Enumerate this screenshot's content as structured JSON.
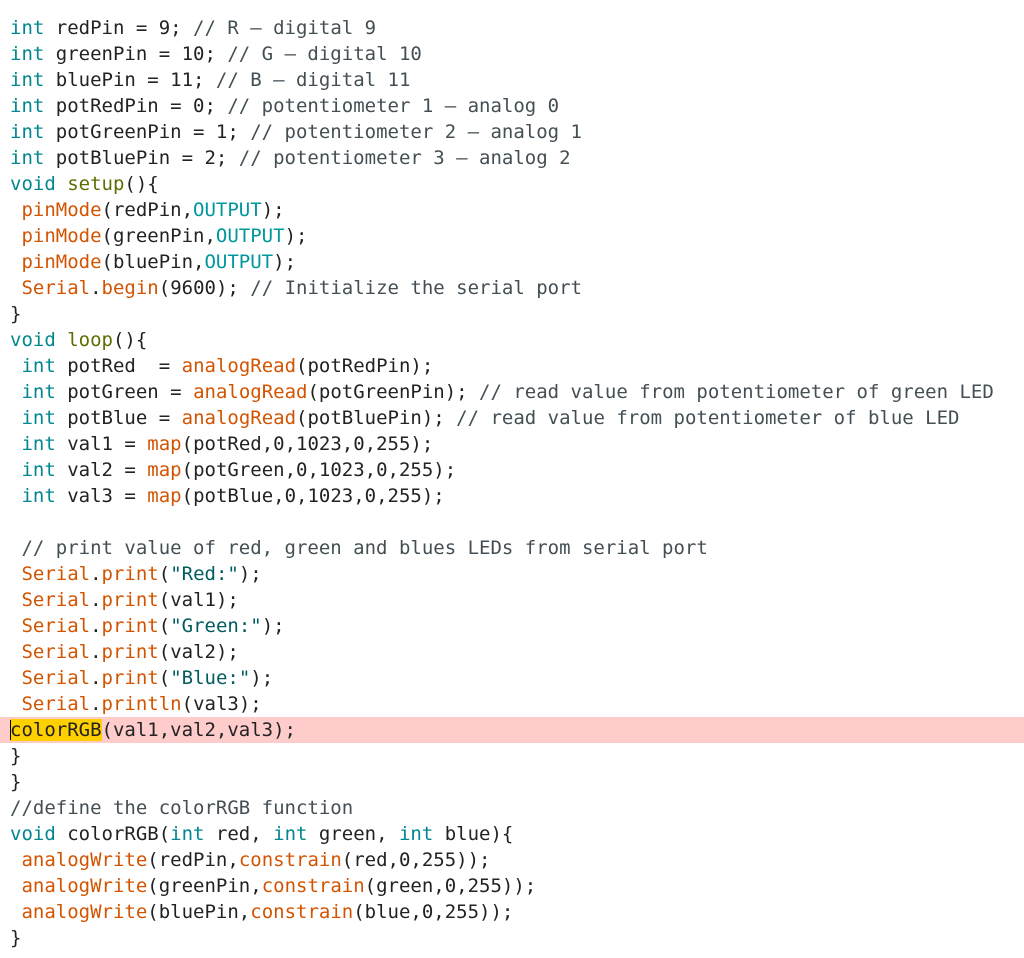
{
  "editor": {
    "highlighted_line": 28,
    "lines": [
      [
        {
          "t": "int",
          "c": "type"
        },
        {
          "t": " redPin = 9; ",
          "c": "plain"
        },
        {
          "t": "// R – digital 9",
          "c": "comment"
        }
      ],
      [
        {
          "t": "int",
          "c": "type"
        },
        {
          "t": " greenPin = 10; ",
          "c": "plain"
        },
        {
          "t": "// G – digital 10",
          "c": "comment"
        }
      ],
      [
        {
          "t": "int",
          "c": "type"
        },
        {
          "t": " bluePin = 11; ",
          "c": "plain"
        },
        {
          "t": "// B – digital 11",
          "c": "comment"
        }
      ],
      [
        {
          "t": "int",
          "c": "type"
        },
        {
          "t": " potRedPin = 0; ",
          "c": "plain"
        },
        {
          "t": "// potentiometer 1 – analog 0",
          "c": "comment"
        }
      ],
      [
        {
          "t": "int",
          "c": "type"
        },
        {
          "t": " potGreenPin = 1; ",
          "c": "plain"
        },
        {
          "t": "// potentiometer 2 – analog 1",
          "c": "comment"
        }
      ],
      [
        {
          "t": "int",
          "c": "type"
        },
        {
          "t": " potBluePin = 2; ",
          "c": "plain"
        },
        {
          "t": "// potentiometer 3 – analog 2",
          "c": "comment"
        }
      ],
      [
        {
          "t": "void",
          "c": "type"
        },
        {
          "t": " ",
          "c": "plain"
        },
        {
          "t": "setup",
          "c": "struct"
        },
        {
          "t": "(){",
          "c": "plain"
        }
      ],
      [
        {
          "t": " ",
          "c": "plain"
        },
        {
          "t": "pinMode",
          "c": "fn"
        },
        {
          "t": "(redPin,",
          "c": "plain"
        },
        {
          "t": "OUTPUT",
          "c": "const"
        },
        {
          "t": ");",
          "c": "plain"
        }
      ],
      [
        {
          "t": " ",
          "c": "plain"
        },
        {
          "t": "pinMode",
          "c": "fn"
        },
        {
          "t": "(greenPin,",
          "c": "plain"
        },
        {
          "t": "OUTPUT",
          "c": "const"
        },
        {
          "t": ");",
          "c": "plain"
        }
      ],
      [
        {
          "t": " ",
          "c": "plain"
        },
        {
          "t": "pinMode",
          "c": "fn"
        },
        {
          "t": "(bluePin,",
          "c": "plain"
        },
        {
          "t": "OUTPUT",
          "c": "const"
        },
        {
          "t": ");",
          "c": "plain"
        }
      ],
      [
        {
          "t": " ",
          "c": "plain"
        },
        {
          "t": "Serial",
          "c": "fn"
        },
        {
          "t": ".",
          "c": "plain"
        },
        {
          "t": "begin",
          "c": "fn"
        },
        {
          "t": "(9600); ",
          "c": "plain"
        },
        {
          "t": "// Initialize the serial port",
          "c": "comment"
        }
      ],
      [
        {
          "t": "}",
          "c": "plain"
        }
      ],
      [
        {
          "t": "void",
          "c": "type"
        },
        {
          "t": " ",
          "c": "plain"
        },
        {
          "t": "loop",
          "c": "struct"
        },
        {
          "t": "(){",
          "c": "plain"
        }
      ],
      [
        {
          "t": " ",
          "c": "plain"
        },
        {
          "t": "int",
          "c": "type"
        },
        {
          "t": " potRed  = ",
          "c": "plain"
        },
        {
          "t": "analogRead",
          "c": "fn"
        },
        {
          "t": "(potRedPin);",
          "c": "plain"
        }
      ],
      [
        {
          "t": " ",
          "c": "plain"
        },
        {
          "t": "int",
          "c": "type"
        },
        {
          "t": " potGreen = ",
          "c": "plain"
        },
        {
          "t": "analogRead",
          "c": "fn"
        },
        {
          "t": "(potGreenPin); ",
          "c": "plain"
        },
        {
          "t": "// read value from potentiometer of green LED",
          "c": "comment"
        }
      ],
      [
        {
          "t": " ",
          "c": "plain"
        },
        {
          "t": "int",
          "c": "type"
        },
        {
          "t": " potBlue = ",
          "c": "plain"
        },
        {
          "t": "analogRead",
          "c": "fn"
        },
        {
          "t": "(potBluePin); ",
          "c": "plain"
        },
        {
          "t": "// read value from potentiometer of blue LED",
          "c": "comment"
        }
      ],
      [
        {
          "t": " ",
          "c": "plain"
        },
        {
          "t": "int",
          "c": "type"
        },
        {
          "t": " val1 = ",
          "c": "plain"
        },
        {
          "t": "map",
          "c": "fn"
        },
        {
          "t": "(potRed,0,1023,0,255);",
          "c": "plain"
        }
      ],
      [
        {
          "t": " ",
          "c": "plain"
        },
        {
          "t": "int",
          "c": "type"
        },
        {
          "t": " val2 = ",
          "c": "plain"
        },
        {
          "t": "map",
          "c": "fn"
        },
        {
          "t": "(potGreen,0,1023,0,255);",
          "c": "plain"
        }
      ],
      [
        {
          "t": " ",
          "c": "plain"
        },
        {
          "t": "int",
          "c": "type"
        },
        {
          "t": " val3 = ",
          "c": "plain"
        },
        {
          "t": "map",
          "c": "fn"
        },
        {
          "t": "(potBlue,0,1023,0,255);",
          "c": "plain"
        }
      ],
      [],
      [
        {
          "t": " ",
          "c": "plain"
        },
        {
          "t": "// print value of red, green and blues LEDs from serial port",
          "c": "comment"
        }
      ],
      [
        {
          "t": " ",
          "c": "plain"
        },
        {
          "t": "Serial",
          "c": "fn"
        },
        {
          "t": ".",
          "c": "plain"
        },
        {
          "t": "print",
          "c": "fn"
        },
        {
          "t": "(",
          "c": "plain"
        },
        {
          "t": "\"Red:\"",
          "c": "str"
        },
        {
          "t": ");",
          "c": "plain"
        }
      ],
      [
        {
          "t": " ",
          "c": "plain"
        },
        {
          "t": "Serial",
          "c": "fn"
        },
        {
          "t": ".",
          "c": "plain"
        },
        {
          "t": "print",
          "c": "fn"
        },
        {
          "t": "(val1);",
          "c": "plain"
        }
      ],
      [
        {
          "t": " ",
          "c": "plain"
        },
        {
          "t": "Serial",
          "c": "fn"
        },
        {
          "t": ".",
          "c": "plain"
        },
        {
          "t": "print",
          "c": "fn"
        },
        {
          "t": "(",
          "c": "plain"
        },
        {
          "t": "\"Green:\"",
          "c": "str"
        },
        {
          "t": ");",
          "c": "plain"
        }
      ],
      [
        {
          "t": " ",
          "c": "plain"
        },
        {
          "t": "Serial",
          "c": "fn"
        },
        {
          "t": ".",
          "c": "plain"
        },
        {
          "t": "print",
          "c": "fn"
        },
        {
          "t": "(val2);",
          "c": "plain"
        }
      ],
      [
        {
          "t": " ",
          "c": "plain"
        },
        {
          "t": "Serial",
          "c": "fn"
        },
        {
          "t": ".",
          "c": "plain"
        },
        {
          "t": "print",
          "c": "fn"
        },
        {
          "t": "(",
          "c": "plain"
        },
        {
          "t": "\"Blue:\"",
          "c": "str"
        },
        {
          "t": ");",
          "c": "plain"
        }
      ],
      [
        {
          "t": " ",
          "c": "plain"
        },
        {
          "t": "Serial",
          "c": "fn"
        },
        {
          "t": ".",
          "c": "plain"
        },
        {
          "t": "println",
          "c": "fn"
        },
        {
          "t": "(val3);",
          "c": "plain"
        }
      ],
      [
        {
          "t": "colorRGB",
          "c": "match"
        },
        {
          "t": "(val1,val2,val3);",
          "c": "plain"
        }
      ],
      [
        {
          "t": "}",
          "c": "plain"
        }
      ],
      [
        {
          "t": "}",
          "c": "plain"
        }
      ],
      [
        {
          "t": "//define the colorRGB function",
          "c": "comment"
        }
      ],
      [
        {
          "t": "void",
          "c": "type"
        },
        {
          "t": " colorRGB(",
          "c": "plain"
        },
        {
          "t": "int",
          "c": "type"
        },
        {
          "t": " red, ",
          "c": "plain"
        },
        {
          "t": "int",
          "c": "type"
        },
        {
          "t": " green, ",
          "c": "plain"
        },
        {
          "t": "int",
          "c": "type"
        },
        {
          "t": " blue){",
          "c": "plain"
        }
      ],
      [
        {
          "t": " ",
          "c": "plain"
        },
        {
          "t": "analogWrite",
          "c": "fn"
        },
        {
          "t": "(redPin,",
          "c": "plain"
        },
        {
          "t": "constrain",
          "c": "fn"
        },
        {
          "t": "(red,0,255));",
          "c": "plain"
        }
      ],
      [
        {
          "t": " ",
          "c": "plain"
        },
        {
          "t": "analogWrite",
          "c": "fn"
        },
        {
          "t": "(greenPin,",
          "c": "plain"
        },
        {
          "t": "constrain",
          "c": "fn"
        },
        {
          "t": "(green,0,255));",
          "c": "plain"
        }
      ],
      [
        {
          "t": " ",
          "c": "plain"
        },
        {
          "t": "analogWrite",
          "c": "fn"
        },
        {
          "t": "(bluePin,",
          "c": "plain"
        },
        {
          "t": "constrain",
          "c": "fn"
        },
        {
          "t": "(blue,0,255));",
          "c": "plain"
        }
      ],
      [
        {
          "t": "}",
          "c": "plain"
        }
      ]
    ]
  },
  "colors": {
    "type": "#00878f",
    "function": "#d35400",
    "constant": "#00979c",
    "structure": "#5e6d03",
    "string": "#005c5f",
    "comment": "#434f54",
    "error_line_bg": "#ffcccc",
    "match_highlight": "#ffd000"
  }
}
